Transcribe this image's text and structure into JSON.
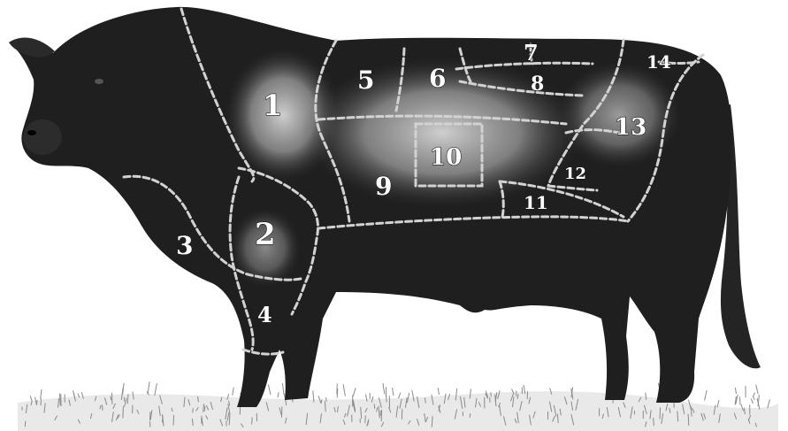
{
  "diagram": {
    "subject": "beef-cuts-bull",
    "colors": {
      "background": "#ffffff",
      "body": "#1f1f1f",
      "highlight": "#c8c8c8",
      "cut_line": "#d2d2d2",
      "label": "#ffffff",
      "grass": "#9a9a9a"
    },
    "labels": [
      "1",
      "2",
      "3",
      "4",
      "5",
      "6",
      "7",
      "8",
      "9",
      "10",
      "11",
      "12",
      "13",
      "14"
    ]
  }
}
